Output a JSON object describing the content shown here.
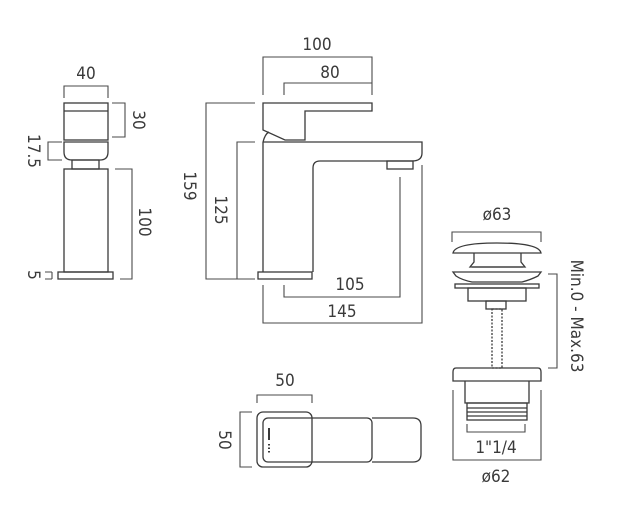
{
  "side_view": {
    "width": "40",
    "handle_height": "30",
    "collar_height": "17.5",
    "body_height": "100",
    "base_height": "5"
  },
  "front_view": {
    "overall_length": "100",
    "lever_length": "80",
    "total_height": "159",
    "spout_height": "125",
    "spout_reach_inner": "105",
    "spout_reach": "145"
  },
  "top_view": {
    "width": "50",
    "depth": "50"
  },
  "waste": {
    "cap_diameter": "ø63",
    "adjustment_range": "Min.0 - Max.63",
    "thread_size": "1\"1/4",
    "body_diameter": "ø62"
  }
}
